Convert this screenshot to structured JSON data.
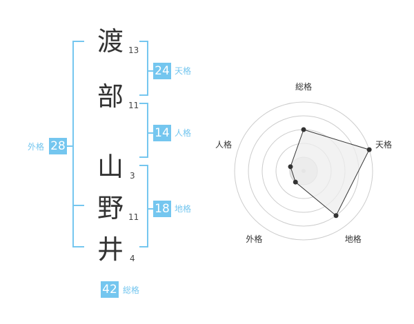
{
  "name": {
    "chars": [
      {
        "char": "渡",
        "strokes": "13"
      },
      {
        "char": "部",
        "strokes": "11"
      },
      {
        "char": "山",
        "strokes": "3"
      },
      {
        "char": "野",
        "strokes": "11"
      },
      {
        "char": "井",
        "strokes": "4"
      }
    ]
  },
  "fortune": {
    "tenkaku": {
      "label": "天格",
      "value": "24"
    },
    "jinkaku": {
      "label": "人格",
      "value": "14"
    },
    "chikaku": {
      "label": "地格",
      "value": "18"
    },
    "gaikaku": {
      "label": "外格",
      "value": "28"
    },
    "soukaku": {
      "label": "総格",
      "value": "42"
    }
  },
  "colors": {
    "accent": "#74c6ef",
    "radar_fill": "#eeeeee",
    "radar_stroke": "#333333",
    "ring": "#cccccc"
  },
  "chart_data": {
    "type": "radar",
    "axes": [
      "総格",
      "天格",
      "地格",
      "外格",
      "人格"
    ],
    "values": [
      3,
      5,
      4,
      1,
      1
    ],
    "max": 5,
    "rings": 5
  }
}
